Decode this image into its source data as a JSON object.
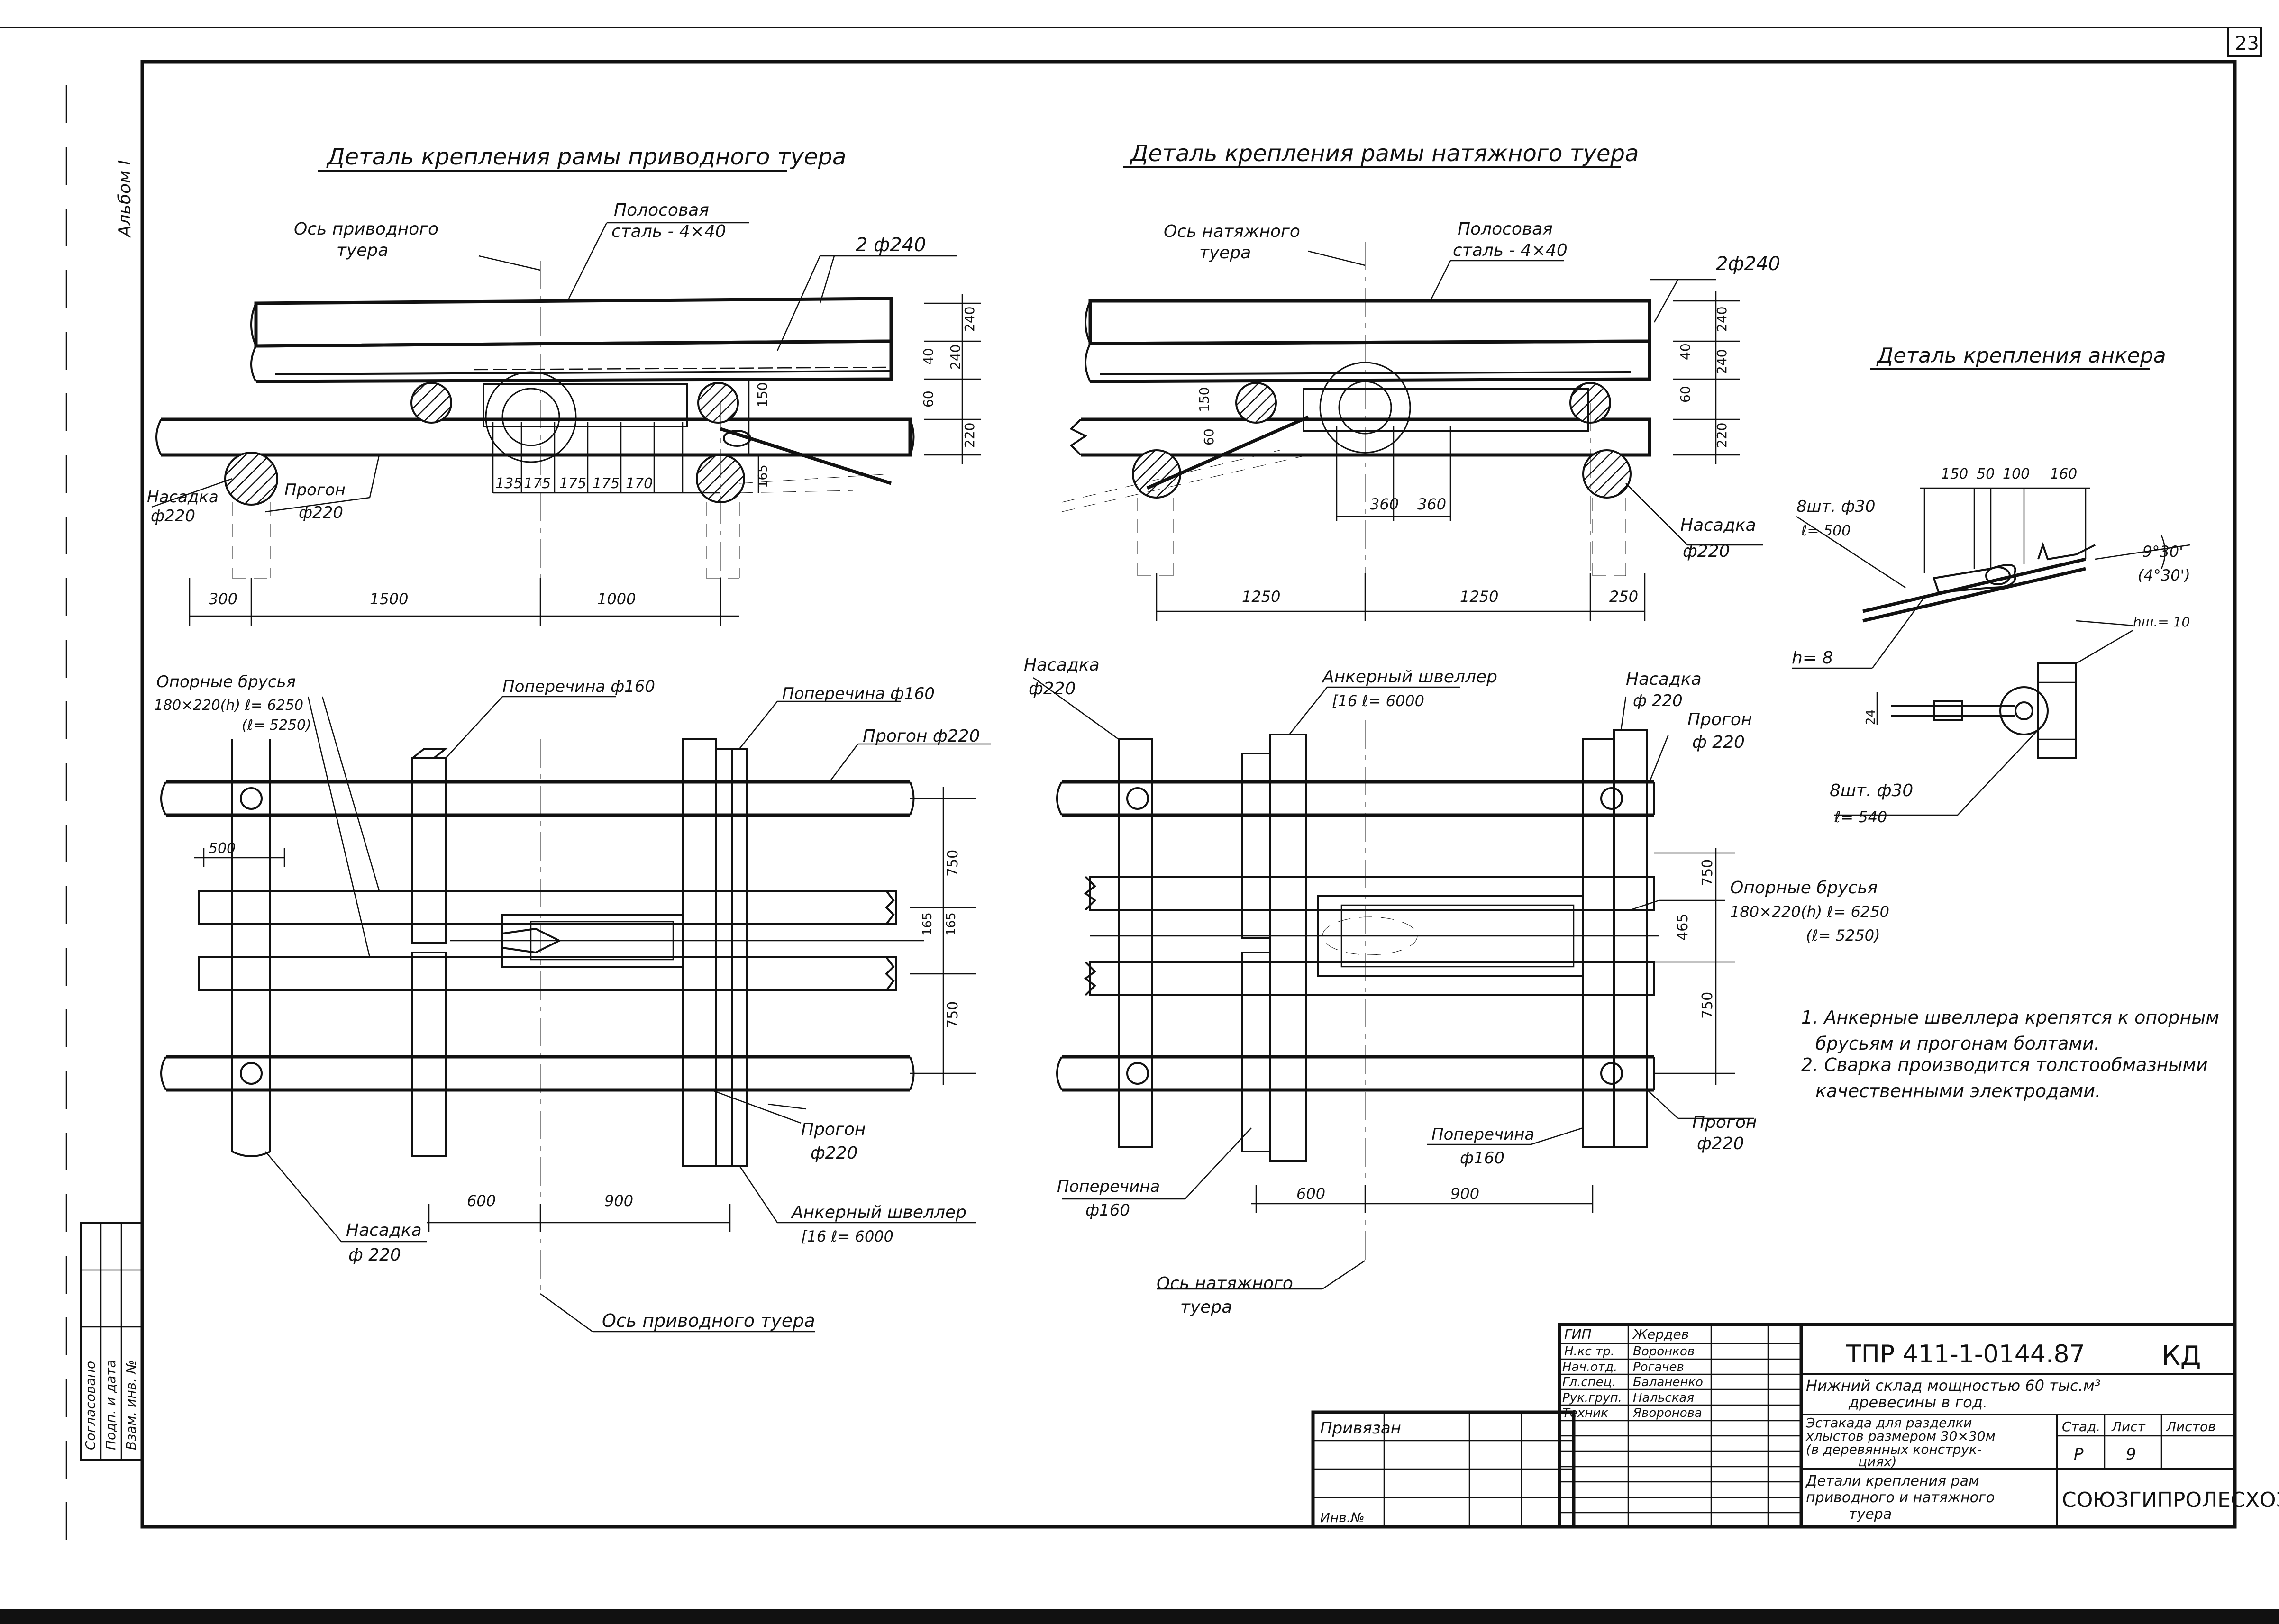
{
  "sheet": {
    "page_number": "23",
    "side_stamp": "Альбом I",
    "left_stamp": [
      "Согласовано",
      "Подп. и дата",
      "Взам. инв. №"
    ]
  },
  "titles": {
    "drive_detail": "Деталь крепления рамы приводного туера",
    "tension_detail": "Деталь крепления рамы натяжного туера",
    "anchor_detail": "Деталь крепления анкера"
  },
  "drive_elevation": {
    "axis_label": [
      "Ось приводного",
      "туера"
    ],
    "strip_steel": [
      "Полосовая",
      "сталь - 4×40"
    ],
    "logs": "2 ф240",
    "nasadka": [
      "Насадка",
      "ф220"
    ],
    "progon": [
      "Прогон",
      "ф220"
    ],
    "dims_right": [
      "240",
      "240",
      "40",
      "60",
      "220",
      "150"
    ],
    "dims_small": [
      "135",
      "175",
      "175",
      "175",
      "170",
      "165"
    ],
    "dims_bottom": [
      "300",
      "1500",
      "1000"
    ]
  },
  "tension_elevation": {
    "axis_label": [
      "Ось натяжного",
      "туера"
    ],
    "strip_steel": [
      "Полосовая",
      "сталь - 4×40"
    ],
    "logs": "2ф240",
    "nasadka": [
      "Насадка",
      "ф220"
    ],
    "dims_right": [
      "240",
      "240",
      "40",
      "60",
      "220"
    ],
    "dims_left": [
      "150",
      "60"
    ],
    "dims_mid": [
      "360",
      "360"
    ],
    "dims_bottom": [
      "1250",
      "1250",
      "250"
    ]
  },
  "anchor": {
    "dims_top": [
      "150",
      "50",
      "100",
      "160"
    ],
    "rod1": [
      "8шт. ф30",
      "ℓ= 500"
    ],
    "angle": [
      "9°30'",
      "(4°30')"
    ],
    "weld": "hш.= 10",
    "h": "h= 8",
    "dim_24": "24",
    "rod2": [
      "8шт. ф30",
      "ℓ= 540"
    ]
  },
  "drive_plan": {
    "beams": [
      "Опорные брусья",
      "180×220(h)  ℓ= 6250",
      "(ℓ= 5250)"
    ],
    "crossbar1": "Поперечина ф160",
    "crossbar2": "Поперечина ф160",
    "progon_top": "Прогон ф220",
    "progon_bottom": [
      "Прогон",
      "ф220"
    ],
    "nasadka": [
      "Насадка",
      "ф 220"
    ],
    "channel": [
      "Анкерный швеллер",
      "[16  ℓ= 6000"
    ],
    "axis": "Ось приводного туера",
    "dims": [
      "500",
      "750",
      "165",
      "165",
      "750",
      "600",
      "900"
    ]
  },
  "tension_plan": {
    "nasadka_left": [
      "Насадка",
      "ф220"
    ],
    "channel": [
      "Анкерный швеллер",
      "[16  ℓ= 6000"
    ],
    "nasadka_right": [
      "Насадка",
      "ф 220"
    ],
    "progon_top": [
      "Прогон",
      "ф 220"
    ],
    "beams": [
      "Опорные брусья",
      "180×220(h) ℓ= 6250",
      "(ℓ= 5250)"
    ],
    "crossbar_right": [
      "Поперечина",
      "ф160"
    ],
    "crossbar_left": [
      "Поперечина",
      "ф160"
    ],
    "progon_bottom": [
      "Прогон",
      "ф220"
    ],
    "axis": [
      "Ось натяжного",
      "туера"
    ],
    "dims": [
      "750",
      "465",
      "750",
      "600",
      "900"
    ]
  },
  "notes": [
    "1. Анкерные швеллера крепятся к опорным",
    "брусьям и прогонам болтами.",
    "2. Сварка производится толстообмазными",
    "качественными электродами."
  ],
  "title_block": {
    "signers": [
      [
        "ГИП",
        "Жердев"
      ],
      [
        "Н.кс тр.",
        "Воронков"
      ],
      [
        "Нач.отд.",
        "Рогачев"
      ],
      [
        "Гл.спец.",
        "Баланенко"
      ],
      [
        "Рук.груп.",
        "Нальская"
      ],
      [
        "Техник",
        "Яворонова"
      ]
    ],
    "code": "ТПР 411-1-0144.87",
    "stage_mark": "КД",
    "project": [
      "Нижний склад мощностью 60 тыс.м³",
      "древесины в год."
    ],
    "subject": [
      "Эстакада для разделки",
      "хлыстов размером 30×30м",
      "(в деревянных конструк-",
      "циях)"
    ],
    "stage_head": [
      "Стад.",
      "Лист",
      "Листов"
    ],
    "stage_vals": [
      "Р",
      "9",
      ""
    ],
    "sheet_title": [
      "Детали крепления рам",
      "приводного и натяжного",
      "туера"
    ],
    "org": "СОЮЗГИПРОЛЕСХОЗ",
    "privyazan": "Привязан",
    "inv": "Инв.№"
  }
}
